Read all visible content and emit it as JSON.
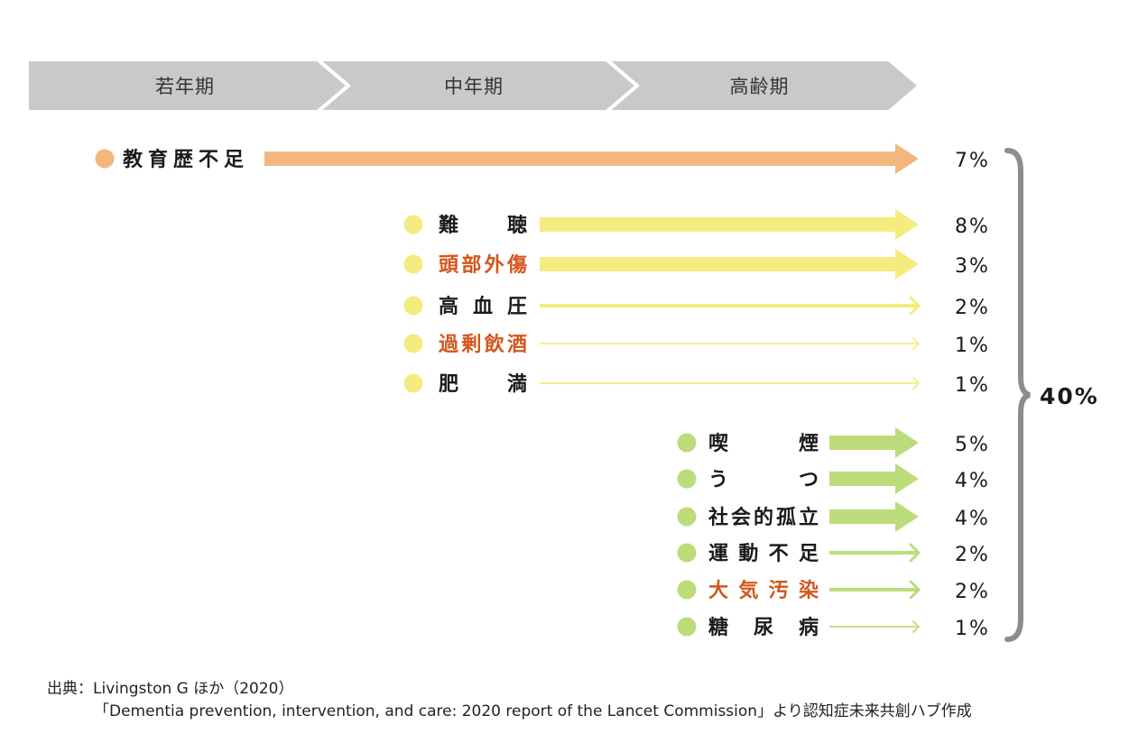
{
  "colors": {
    "stage": "#c8c9c9",
    "orange": "#f4b67f",
    "yellow": "#f4ec7e",
    "green": "#bcdb7a",
    "text": "#1a1a1a",
    "highlight": "#d3561c",
    "brace": "#8c8c8c"
  },
  "stages": [
    "若年期",
    "中年期",
    "高齢期"
  ],
  "groups": [
    {
      "color": "orange",
      "items": [
        {
          "label": "教育歴不足",
          "pct": "7%",
          "value": 7,
          "highlight": false
        }
      ]
    },
    {
      "color": "yellow",
      "items": [
        {
          "label": "難　聴",
          "pct": "8%",
          "value": 8,
          "highlight": false
        },
        {
          "label": "頭部外傷",
          "pct": "3%",
          "value": 3,
          "highlight": true
        },
        {
          "label": "高血圧",
          "pct": "2%",
          "value": 2,
          "highlight": false
        },
        {
          "label": "過剰飲酒",
          "pct": "1%",
          "value": 1,
          "highlight": true
        },
        {
          "label": "肥　満",
          "pct": "1%",
          "value": 1,
          "highlight": false
        }
      ]
    },
    {
      "color": "green",
      "items": [
        {
          "label": "喫　煙",
          "pct": "5%",
          "value": 5,
          "highlight": false
        },
        {
          "label": "う　つ",
          "pct": "4%",
          "value": 4,
          "highlight": false
        },
        {
          "label": "社会的孤立",
          "pct": "4%",
          "value": 4,
          "highlight": false
        },
        {
          "label": "運動不足",
          "pct": "2%",
          "value": 2,
          "highlight": false
        },
        {
          "label": "大気汚染",
          "pct": "2%",
          "value": 2,
          "highlight": true
        },
        {
          "label": "糖尿病",
          "pct": "1%",
          "value": 1,
          "highlight": false
        }
      ]
    }
  ],
  "total": "40%",
  "source": {
    "line1": "出典：Livingston G ほか（2020）",
    "line2": "「Dementia prevention, intervention, and care: 2020 report of the Lancet Commission」より認知症未来共創ハブ作成"
  }
}
